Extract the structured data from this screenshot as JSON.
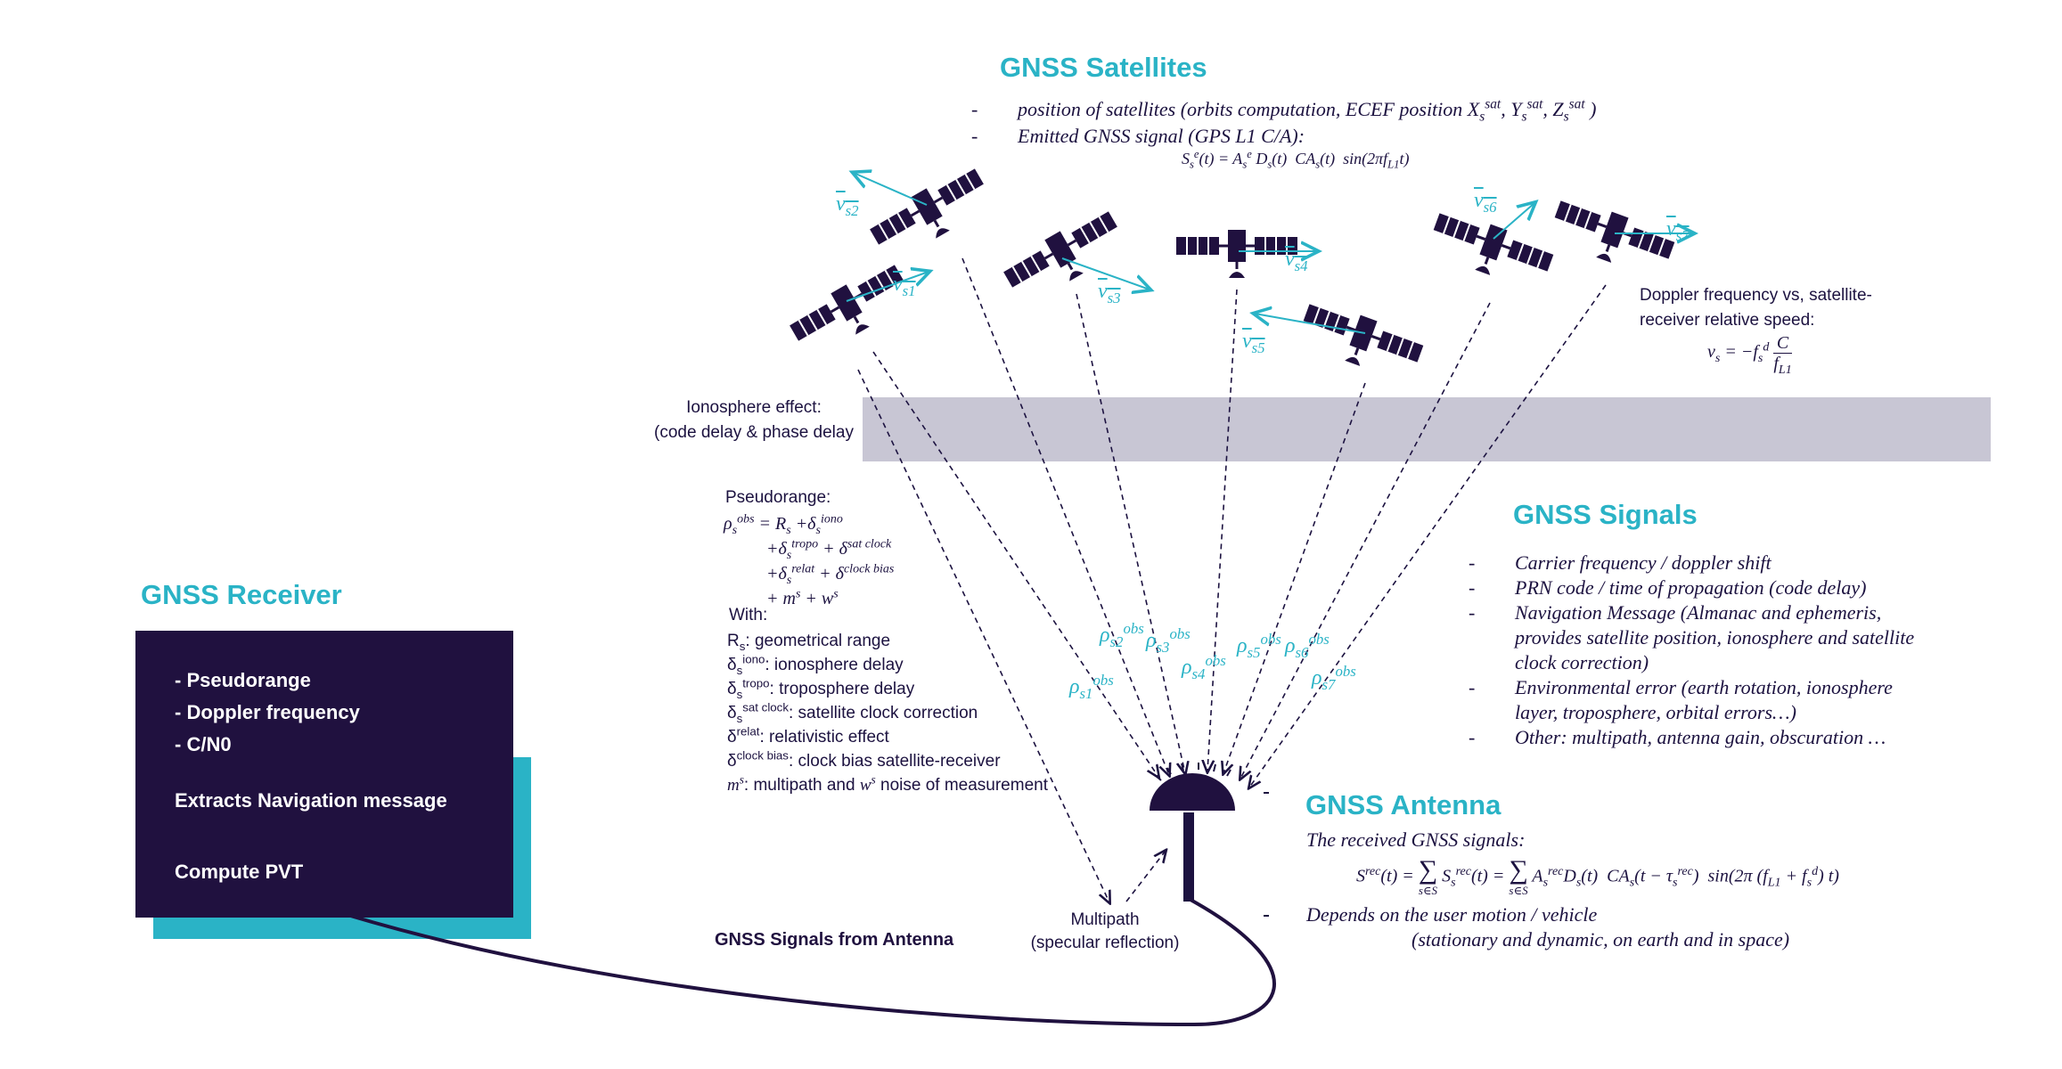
{
  "colors": {
    "navy": "#20113f",
    "cyan": "#2ab3c6",
    "band": "#c8c6d4"
  },
  "satellites": {
    "title": "GNSS Satellites",
    "bullet1": "position of satellites (orbits computation, ECEF position ",
    "bullet2": "Emitted GNSS signal (GPS L1 C/A):",
    "equation": "S_s^e(t) = A_s^e D_s(t) CA_s(t) sin(2πf_L1 t)"
  },
  "velocity_labels": [
    "vs2",
    "vs1",
    "vs3",
    "vs4",
    "vs5",
    "vs6",
    "vs7"
  ],
  "doppler": {
    "line1": "Doppler frequency vs, satellite-",
    "line2": "receiver relative speed:"
  },
  "ionosphere": {
    "line1": "Ionosphere effect:",
    "line2": "(code delay & phase delay"
  },
  "pseudorange": {
    "title": "Pseudorange:",
    "with": "With:",
    "defs": [
      ": geometrical range",
      ": ionosphere delay",
      ": troposphere delay",
      ": satellite clock correction",
      ": relativistic effect",
      ": clock bias satellite-receiver",
      ": multipath and ",
      " noise of measurement"
    ]
  },
  "obs_labels": [
    "ρs1obs",
    "ρs2obs",
    "ρs3obs",
    "ρs4obs",
    "ρs5obs",
    "ρs6obs",
    "ρs7obs"
  ],
  "signals": {
    "title": "GNSS Signals",
    "items": [
      "Carrier frequency / doppler shift",
      "PRN code / time of propagation (code delay)",
      "Navigation Message (Almanac and ephemeris, provides satellite position, ionosphere and satellite clock correction)",
      "Environmental error (earth rotation, ionosphere layer, troposphere, orbital errors…)",
      "Other:  multipath, antenna gain, obscuration …"
    ]
  },
  "receiver": {
    "title": "GNSS Receiver",
    "items": [
      "- Pseudorange",
      "- Doppler frequency",
      "- C/N0"
    ],
    "extract": "Extracts Navigation message",
    "compute": "Compute PVT"
  },
  "antenna": {
    "title": "GNSS Antenna",
    "received": "The received GNSS signals:",
    "depends": "Depends on the user motion / vehicle",
    "depends2": "(stationary and dynamic, on earth and in space)"
  },
  "multipath": {
    "line1": "Multipath",
    "line2": "(specular reflection)"
  },
  "cable_label": "GNSS Signals from Antenna"
}
